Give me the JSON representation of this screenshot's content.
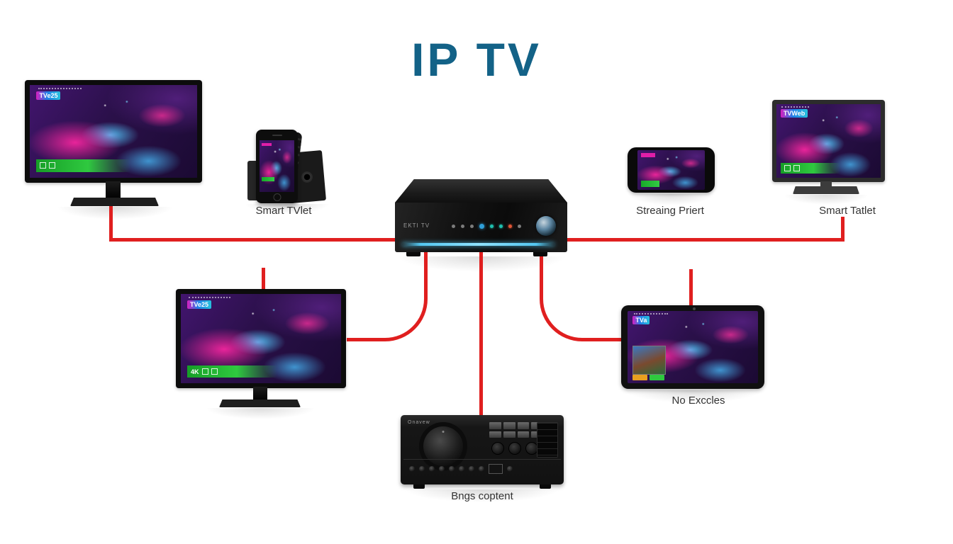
{
  "title": "IP TV",
  "colors": {
    "title": "#136287",
    "connection_line": "#e01f1f",
    "led_strip": "#53c6ef",
    "screen_magenta": "#f2259e",
    "screen_cyan": "#54cbff",
    "banner_green": "#2fc93f"
  },
  "labels": {
    "smart_tvlet": "Smart TVlet",
    "streaming_phone": "Streaing Priert",
    "smart_tablet": "Smart Tatlet",
    "tablet": "No Exccles",
    "receiver": "Bngs coptent"
  },
  "center_box": {
    "brand": "EKTI TV",
    "indicators": [
      "grey",
      "grey",
      "grey",
      "blue",
      "teal",
      "teal",
      "red",
      "grey"
    ]
  },
  "receiver": {
    "brand": "Onavew"
  },
  "screen_badges": {
    "tv_top_left": "TVe25",
    "tv_middle": "TVe25",
    "tv_right": "TVWeb",
    "tablet": "TVa",
    "banner_4k": "4K"
  }
}
